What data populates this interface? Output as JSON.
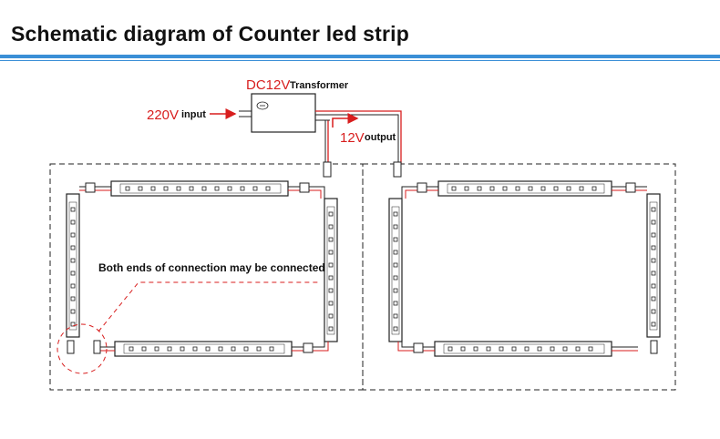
{
  "header": {
    "title": "Schematic diagram of Counter led strip",
    "accent_color": "#3a8fd6"
  },
  "diagram": {
    "transformer_voltage": "DC12V",
    "transformer_label": "Transformer",
    "input_voltage": "220V",
    "input_label": "input",
    "output_voltage": "12V",
    "output_label": "output",
    "note": "Both ends of connection may be connected",
    "red_color": "#d81e1e"
  }
}
